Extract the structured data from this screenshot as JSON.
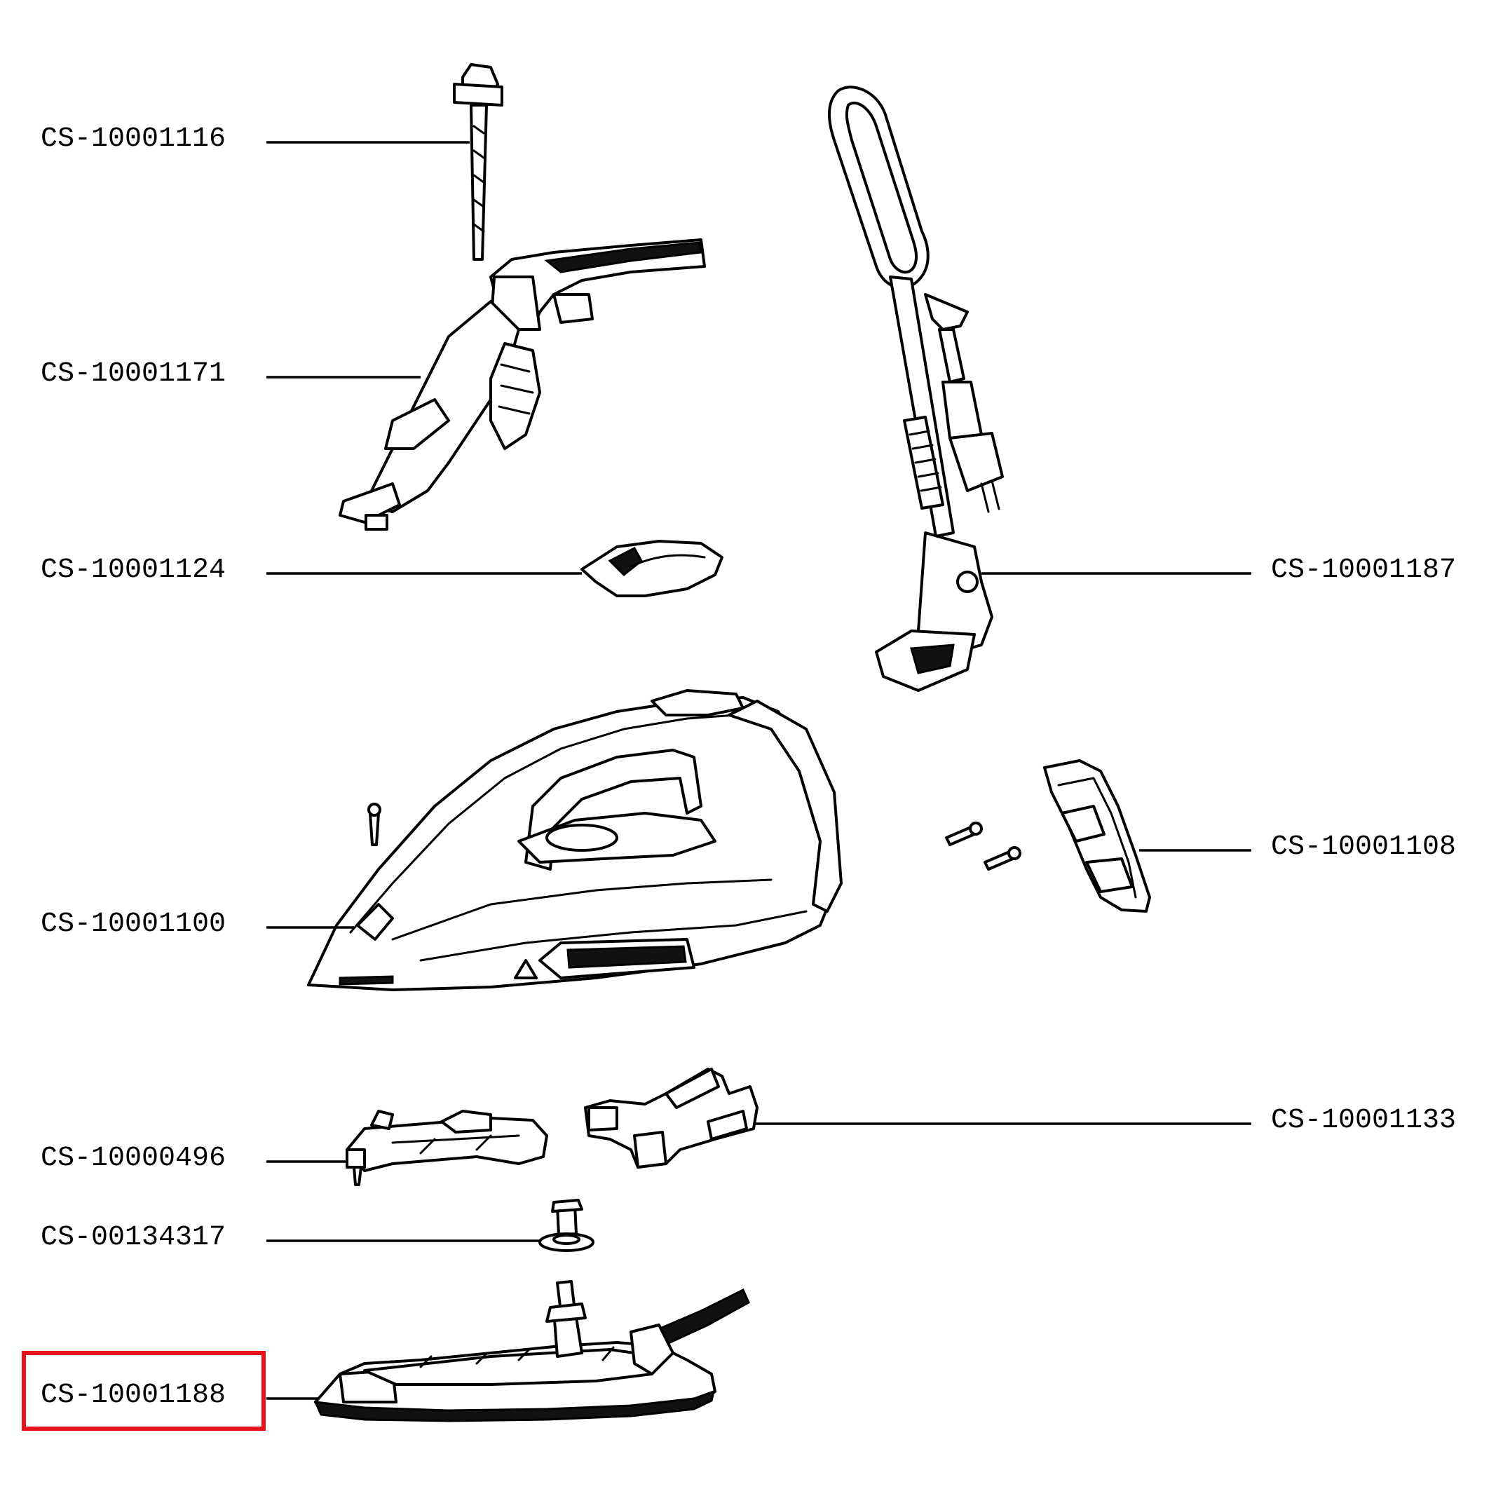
{
  "diagram": {
    "part_labels": {
      "handle_button": "CS-10001116",
      "handle_top": "CS-10001171",
      "thermostat_knob": "CS-10001124",
      "power_cord": "CS-10001187",
      "housing_shell": "CS-10001100",
      "rear_cover": "CS-10001108",
      "pump_assembly": "CS-10000496",
      "cord_connector_block": "CS-10001133",
      "anti_calc_valve": "CS-00134317",
      "soleplate": "CS-10001188"
    },
    "highlighted_part": "CS-10001188",
    "highlight_color": "#e8141b",
    "line_color": "#000000"
  }
}
